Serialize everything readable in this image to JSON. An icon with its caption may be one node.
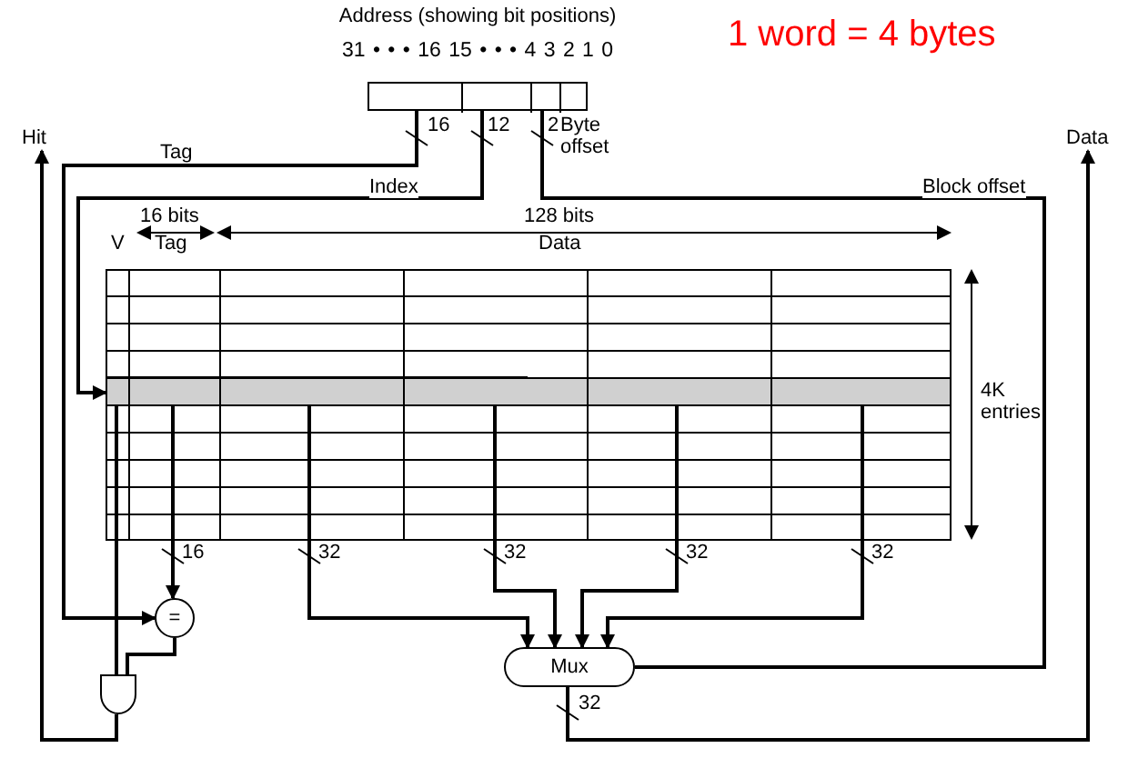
{
  "diagram": {
    "nodes": [
      {
        "text": [
          "Address (showing bit positions)",
          "31 • • • 16 15 • • • 4 3 2 1 0"
        ]
      },
      {
        "text": [
          "V",
          "Tag",
          "Data"
        ]
      },
      {
        "text": [
          "="
        ]
      },
      {
        "text": [],
        "shape": "gate"
      },
      {
        "text": [
          "Mux"
        ]
      },
      {
        "text": [
          "Hit"
        ]
      },
      {
        "text": [
          "Data"
        ]
      }
    ],
    "edges": [
      {
        "from": 0,
        "to": 2,
        "arrow": "to",
        "label": "Tag"
      },
      {
        "from": 0,
        "to": 1,
        "arrow": "to",
        "label": "Index"
      },
      {
        "from": 0,
        "to": 4,
        "arrow": "none",
        "label": "Block offset"
      },
      {
        "from": 1,
        "to": 2,
        "arrow": "to"
      },
      {
        "from": 1,
        "to": 4,
        "arrow": "to"
      },
      {
        "from": 1,
        "to": 4,
        "arrow": "to"
      },
      {
        "from": 1,
        "to": 4,
        "arrow": "to"
      },
      {
        "from": 1,
        "to": 4,
        "arrow": "to"
      },
      {
        "from": 1,
        "to": 3,
        "arrow": "none"
      },
      {
        "from": 2,
        "to": 3,
        "arrow": "none"
      },
      {
        "from": 3,
        "to": 5,
        "arrow": "to"
      },
      {
        "from": 4,
        "to": 6,
        "arrow": "to"
      }
    ],
    "labels": [
      "1 word = 4 bytes",
      "16",
      "12",
      "2",
      "Byte offset",
      "16 bits",
      "128 bits",
      "4K entries",
      "16",
      "32",
      "32",
      "32",
      "32",
      "32"
    ]
  }
}
